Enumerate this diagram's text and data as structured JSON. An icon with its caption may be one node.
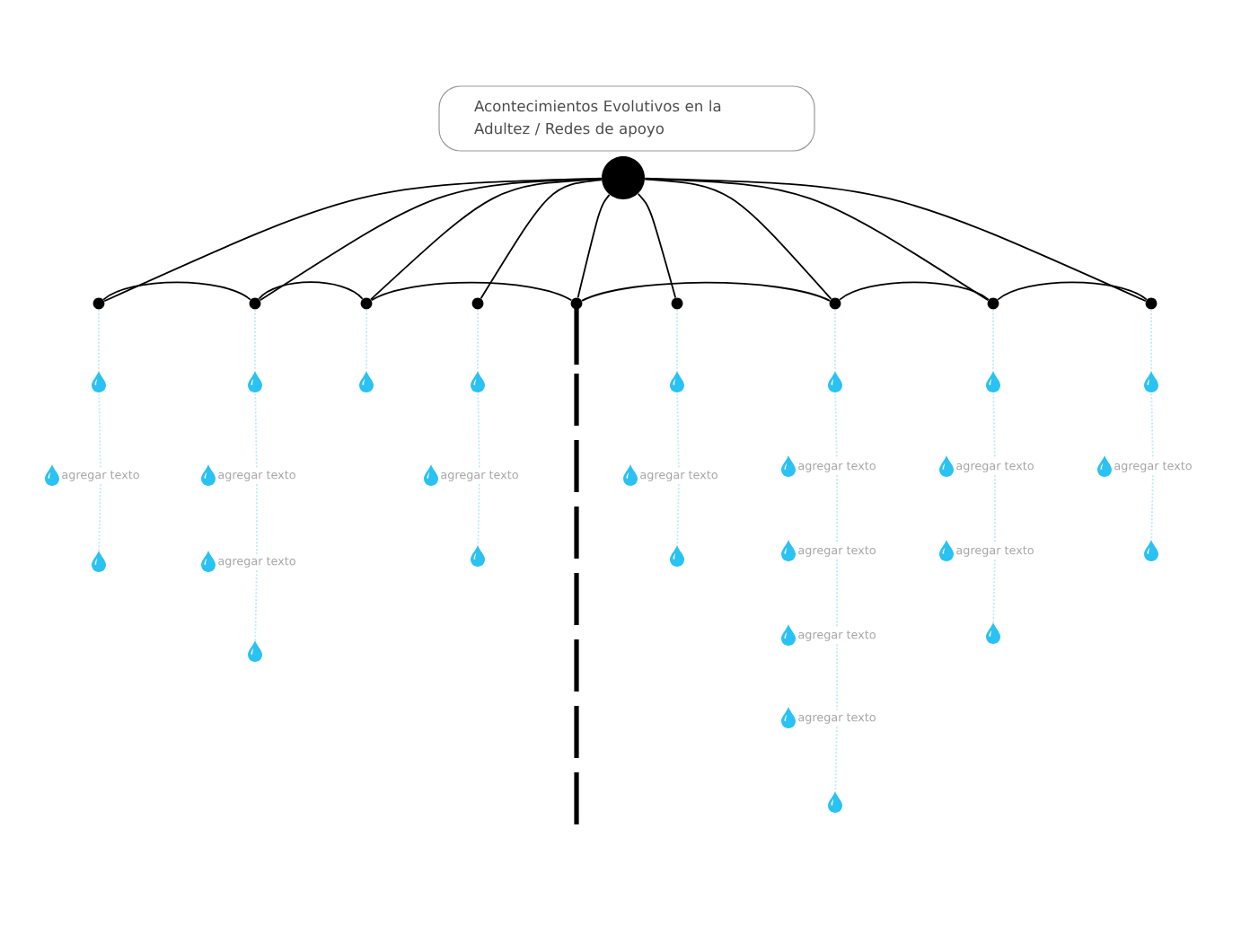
{
  "diagram": {
    "nodes": [
      {
        "text": [
          "Acontecimientos Evolutivos en la Adultez / Redes de apoyo"
        ]
      },
      {
        "text": [],
        "shape": "circle"
      },
      {
        "text": [],
        "shape": "circle"
      },
      {
        "text": [],
        "shape": "circle"
      },
      {
        "text": [],
        "shape": "circle"
      },
      {
        "text": [],
        "shape": "circle"
      },
      {
        "text": [],
        "shape": "circle"
      },
      {
        "text": [],
        "shape": "circle"
      },
      {
        "text": [],
        "shape": "circle"
      },
      {
        "text": [],
        "shape": "circle"
      },
      {
        "text": [],
        "shape": "circle"
      },
      {
        "text": [],
        "shape": "drop"
      },
      {
        "text": [
          "agregar texto"
        ]
      },
      {
        "text": [],
        "shape": "drop"
      },
      {
        "text": [],
        "shape": "drop"
      },
      {
        "text": [
          "agregar texto"
        ]
      },
      {
        "text": [
          "agregar texto"
        ]
      },
      {
        "text": [],
        "shape": "drop"
      },
      {
        "text": [],
        "shape": "drop"
      },
      {
        "text": [],
        "shape": "drop"
      },
      {
        "text": [
          "agregar texto"
        ]
      },
      {
        "text": [],
        "shape": "drop"
      },
      {
        "text": [],
        "shape": "drop"
      },
      {
        "text": [
          "agregar texto"
        ]
      },
      {
        "text": [],
        "shape": "drop"
      },
      {
        "text": [],
        "shape": "drop"
      },
      {
        "text": [
          "agregar texto"
        ]
      },
      {
        "text": [
          "agregar texto"
        ]
      },
      {
        "text": [
          "agregar texto"
        ]
      },
      {
        "text": [
          "agregar texto"
        ]
      },
      {
        "text": [],
        "shape": "drop"
      },
      {
        "text": [],
        "shape": "drop"
      },
      {
        "text": [
          "agregar texto"
        ]
      },
      {
        "text": [
          "agregar texto"
        ]
      },
      {
        "text": [],
        "shape": "drop"
      },
      {
        "text": [],
        "shape": "drop"
      },
      {
        "text": [
          "agregar texto"
        ]
      },
      {
        "text": [],
        "shape": "drop"
      }
    ],
    "edges": [
      {
        "from": 1,
        "to": 2,
        "arrow": "none",
        "color": "#000000"
      },
      {
        "from": 1,
        "to": 3,
        "arrow": "none",
        "color": "#000000"
      },
      {
        "from": 1,
        "to": 4,
        "arrow": "none",
        "color": "#000000"
      },
      {
        "from": 1,
        "to": 5,
        "arrow": "none",
        "color": "#000000"
      },
      {
        "from": 1,
        "to": 6,
        "arrow": "none",
        "color": "#000000"
      },
      {
        "from": 1,
        "to": 7,
        "arrow": "none",
        "color": "#000000"
      },
      {
        "from": 1,
        "to": 8,
        "arrow": "none",
        "color": "#000000"
      },
      {
        "from": 1,
        "to": 9,
        "arrow": "none",
        "color": "#000000"
      },
      {
        "from": 1,
        "to": 10,
        "arrow": "none",
        "color": "#000000"
      },
      {
        "from": 2,
        "to": 3,
        "arrow": "none",
        "color": "#000000"
      },
      {
        "from": 3,
        "to": 4,
        "arrow": "none",
        "color": "#000000"
      },
      {
        "from": 4,
        "to": 6,
        "arrow": "none",
        "color": "#000000"
      },
      {
        "from": 6,
        "to": 8,
        "arrow": "none",
        "color": "#000000"
      },
      {
        "from": 8,
        "to": 9,
        "arrow": "none",
        "color": "#000000"
      },
      {
        "from": 9,
        "to": 10,
        "arrow": "none",
        "color": "#000000"
      },
      {
        "from": 2,
        "to": 11,
        "arrow": "none",
        "style": "dashed"
      },
      {
        "from": 11,
        "to": 12,
        "arrow": "none",
        "style": "dashed"
      },
      {
        "from": 12,
        "to": 13,
        "arrow": "none",
        "style": "dashed"
      },
      {
        "from": 3,
        "to": 14,
        "arrow": "none",
        "style": "dashed"
      },
      {
        "from": 14,
        "to": 15,
        "arrow": "none",
        "style": "dashed"
      },
      {
        "from": 15,
        "to": 16,
        "arrow": "none",
        "style": "dashed"
      },
      {
        "from": 16,
        "to": 17,
        "arrow": "none",
        "style": "dashed"
      },
      {
        "from": 4,
        "to": 18,
        "arrow": "none",
        "style": "dashed"
      },
      {
        "from": 5,
        "to": 19,
        "arrow": "none",
        "style": "dashed"
      },
      {
        "from": 19,
        "to": 20,
        "arrow": "none",
        "style": "dashed"
      },
      {
        "from": 20,
        "to": 21,
        "arrow": "none",
        "style": "dashed"
      },
      {
        "from": 7,
        "to": 22,
        "arrow": "none",
        "style": "dashed"
      },
      {
        "from": 22,
        "to": 23,
        "arrow": "none",
        "style": "dashed"
      },
      {
        "from": 23,
        "to": 24,
        "arrow": "none",
        "style": "dashed"
      },
      {
        "from": 8,
        "to": 25,
        "arrow": "none",
        "style": "dashed"
      },
      {
        "from": 25,
        "to": 26,
        "arrow": "none",
        "style": "dashed"
      },
      {
        "from": 26,
        "to": 27,
        "arrow": "none",
        "style": "dashed"
      },
      {
        "from": 27,
        "to": 28,
        "arrow": "none",
        "style": "dashed"
      },
      {
        "from": 28,
        "to": 29,
        "arrow": "none",
        "style": "dashed"
      },
      {
        "from": 29,
        "to": 30,
        "arrow": "none",
        "style": "dashed"
      },
      {
        "from": 9,
        "to": 31,
        "arrow": "none",
        "style": "dashed"
      },
      {
        "from": 31,
        "to": 32,
        "arrow": "none",
        "style": "dashed"
      },
      {
        "from": 32,
        "to": 33,
        "arrow": "none",
        "style": "dashed"
      },
      {
        "from": 33,
        "to": 34,
        "arrow": "none",
        "style": "dashed"
      },
      {
        "from": 10,
        "to": 35,
        "arrow": "none",
        "style": "dashed"
      },
      {
        "from": 35,
        "to": 36,
        "arrow": "none",
        "style": "dashed"
      },
      {
        "from": 36,
        "to": 37,
        "arrow": "none",
        "style": "dashed"
      }
    ]
  }
}
